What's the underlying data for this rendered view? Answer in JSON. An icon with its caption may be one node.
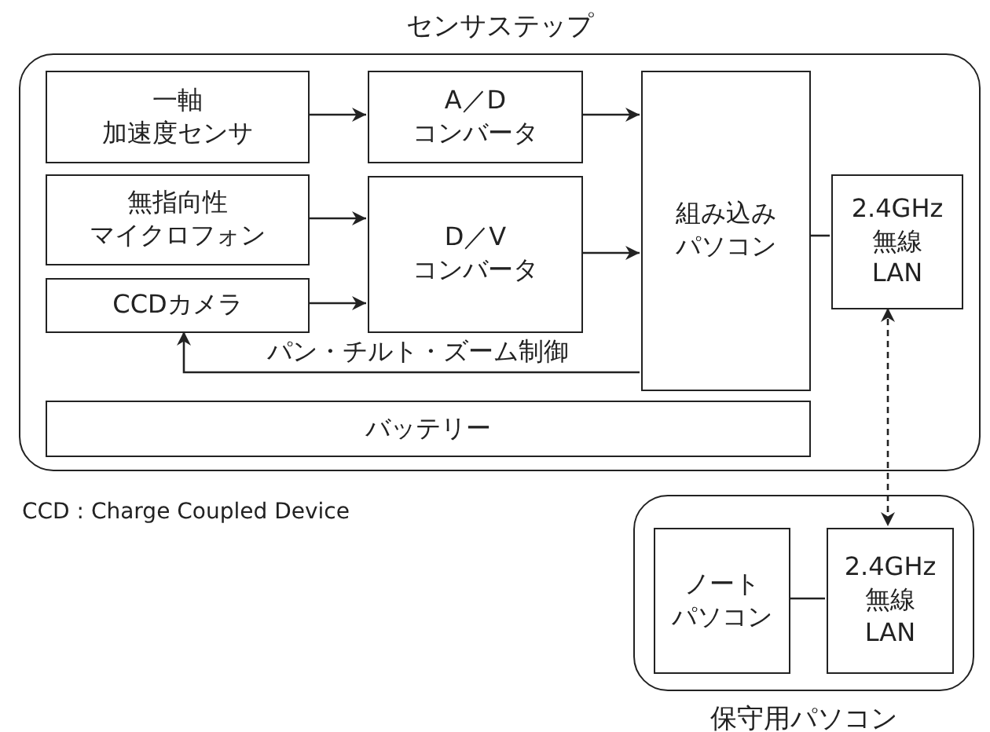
{
  "diagram": {
    "nodes": [
      {
        "text": [
          "センサステップ"
        ]
      },
      {
        "text": [
          "一軸加速度センサ"
        ],
        "in": 0
      },
      {
        "text": [
          "A／Dコンバータ"
        ],
        "in": 0
      },
      {
        "text": [
          "無指向性マイクロフォン"
        ],
        "in": 0
      },
      {
        "text": [
          "D／Vコンバータ"
        ],
        "in": 0
      },
      {
        "text": [
          "CCDカメラ"
        ],
        "in": 0
      },
      {
        "text": [
          "組み込みパソコン"
        ],
        "in": 0
      },
      {
        "text": [
          "2.4GHz 無線 LAN"
        ],
        "in": 0
      },
      {
        "text": [
          "バッテリー"
        ],
        "in": 0
      },
      {
        "text": [
          "保守用パソコン"
        ]
      },
      {
        "text": [
          "ノートパソコン"
        ],
        "in": 9
      },
      {
        "text": [
          "2.4GHz 無線 LAN"
        ],
        "in": 9
      }
    ],
    "edges": [
      {
        "from": 1,
        "to": 2,
        "arrow": "to"
      },
      {
        "from": 2,
        "to": 6,
        "arrow": "to"
      },
      {
        "from": 3,
        "to": 4,
        "arrow": "to"
      },
      {
        "from": 5,
        "to": 4,
        "arrow": "to"
      },
      {
        "from": 4,
        "to": 6,
        "arrow": "to"
      },
      {
        "from": 6,
        "to": 5,
        "arrow": "to",
        "label": "パン・チルト・ズーム制御"
      },
      {
        "from": 6,
        "to": 7,
        "arrow": "none"
      },
      {
        "from": 7,
        "to": 11,
        "arrow": "both",
        "style": "dashed"
      },
      {
        "from": 10,
        "to": 11,
        "arrow": "none"
      }
    ],
    "labels": [
      "CCD : Charge Coupled Device"
    ]
  }
}
